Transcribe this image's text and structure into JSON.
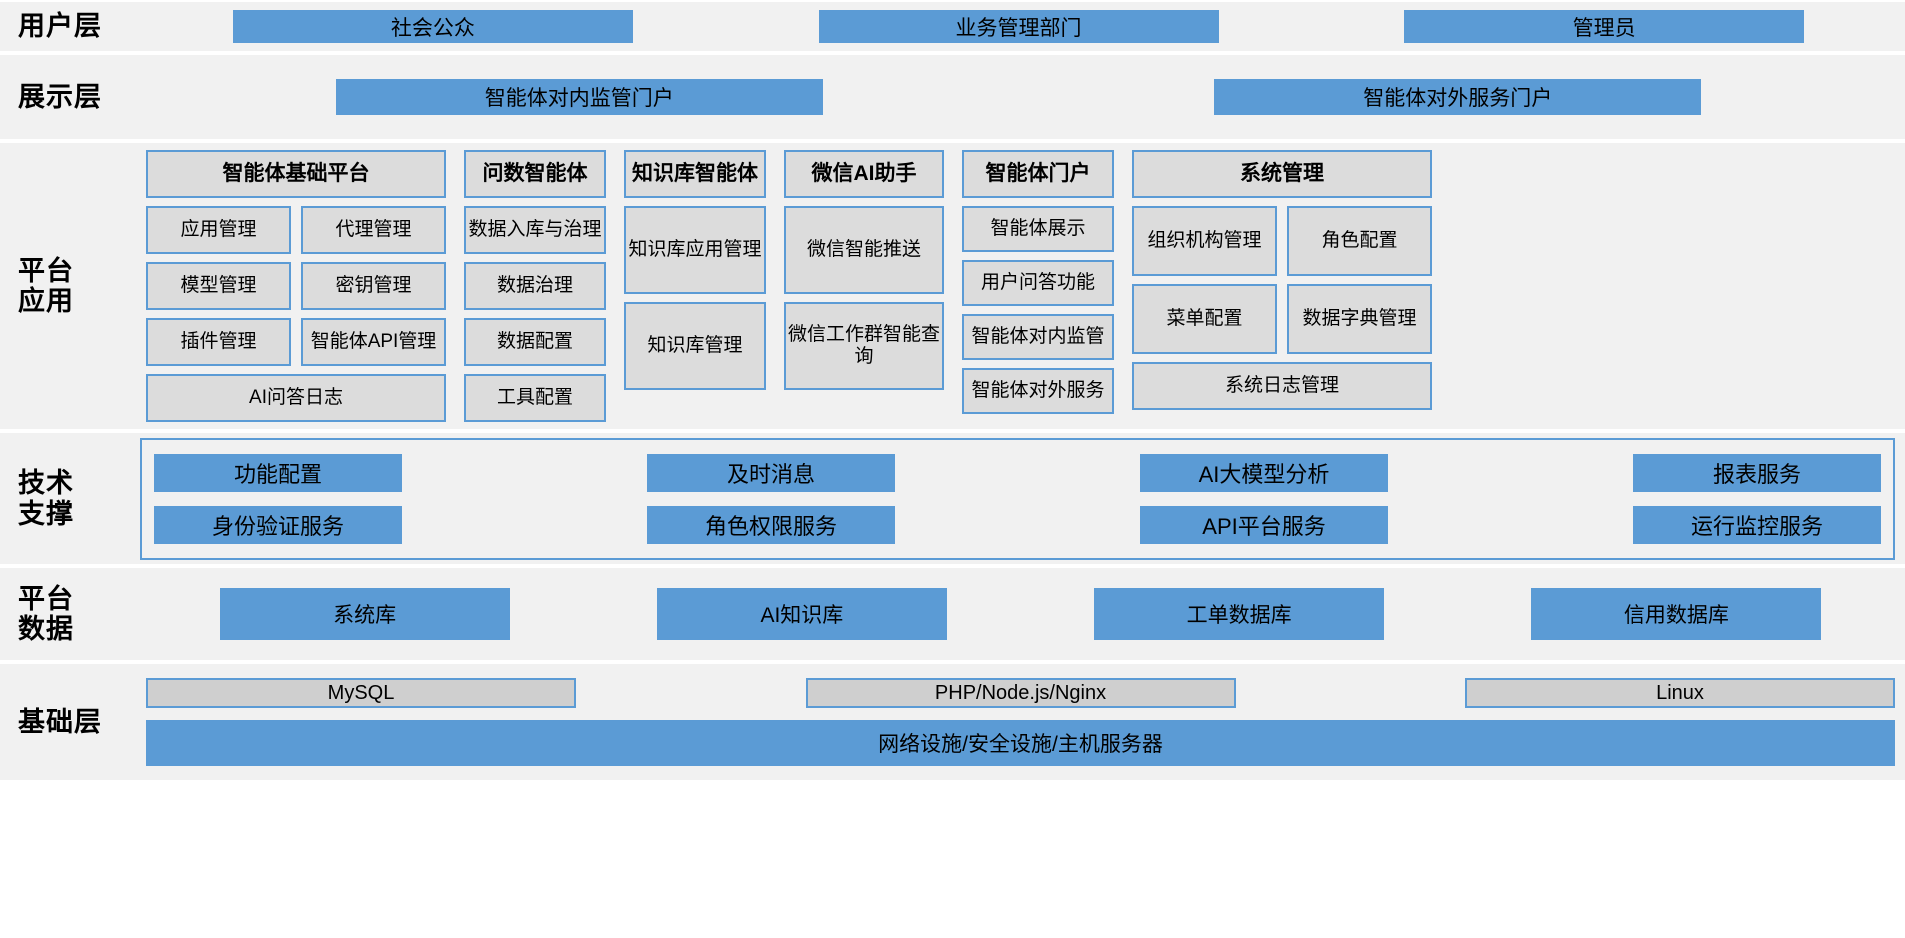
{
  "layers": [
    {
      "id": "user",
      "label": "用户层"
    },
    {
      "id": "present",
      "label": "展示层"
    },
    {
      "id": "platform",
      "label": "平台\n应用"
    },
    {
      "id": "tech",
      "label": "技术\n支撑"
    },
    {
      "id": "data",
      "label": "平台\n数据"
    },
    {
      "id": "base",
      "label": "基础层"
    }
  ],
  "user_layer": {
    "items": [
      {
        "label": "社会公众"
      },
      {
        "label": "业务管理部门"
      },
      {
        "label": "管理员"
      }
    ]
  },
  "presentation_layer": {
    "items": [
      {
        "label": "智能体对内监管门户"
      },
      {
        "label": "智能体对外服务门户"
      }
    ]
  },
  "platform_layer": {
    "columns": [
      {
        "title": "智能体基础平台",
        "rows": [
          [
            "应用管理",
            "代理管理"
          ],
          [
            "模型管理",
            "密钥管理"
          ],
          [
            "插件管理",
            "智能体API管理"
          ],
          [
            "AI问答日志"
          ]
        ]
      },
      {
        "title": "问数智能体",
        "rows": [
          [
            "数据入库与治理"
          ],
          [
            "数据治理"
          ],
          [
            "数据配置"
          ],
          [
            "工具配置"
          ]
        ]
      },
      {
        "title": "知识库智能体",
        "rows": [
          [
            "知识库应用管理"
          ],
          [
            "知识库管理"
          ]
        ]
      },
      {
        "title": "微信AI助手",
        "rows": [
          [
            "微信智能推送"
          ],
          [
            "微信工作群智能查询"
          ]
        ]
      },
      {
        "title": "智能体门户",
        "rows": [
          [
            "智能体展示"
          ],
          [
            "用户问答功能"
          ],
          [
            "智能体对内监管"
          ],
          [
            "智能体对外服务"
          ]
        ]
      },
      {
        "title": "系统管理",
        "rows": [
          [
            "组织机构管理",
            "角色配置"
          ],
          [
            "菜单配置",
            "数据字典管理"
          ],
          [
            "系统日志管理"
          ]
        ]
      }
    ]
  },
  "tech_layer": {
    "rows": [
      [
        "功能配置",
        "及时消息",
        "AI大模型分析",
        "报表服务"
      ],
      [
        "身份验证服务",
        "角色权限服务",
        "API平台服务",
        "运行监控服务"
      ]
    ]
  },
  "data_layer": {
    "items": [
      {
        "label": "系统库"
      },
      {
        "label": "AI知识库"
      },
      {
        "label": "工单数据库"
      },
      {
        "label": "信用数据库"
      }
    ]
  },
  "base_layer": {
    "top": [
      {
        "label": "MySQL"
      },
      {
        "label": "PHP/Node.js/Nginx"
      },
      {
        "label": "Linux"
      }
    ],
    "bottom": {
      "label": "网络设施/安全设施/主机服务器"
    }
  },
  "colors": {
    "blue": "#5b9bd5",
    "grey_box": "#dcdcdc",
    "silver_box": "#cfcfcf",
    "band_bg": "#f1f1f1"
  }
}
